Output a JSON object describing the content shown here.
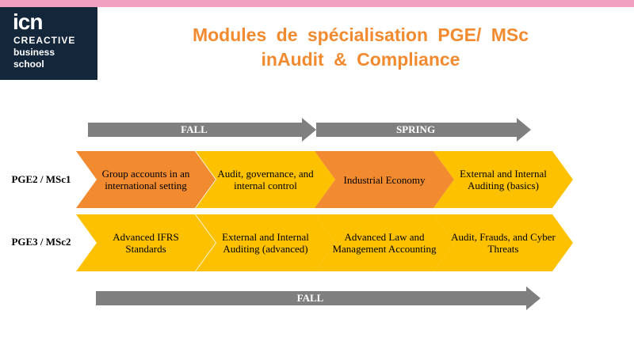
{
  "logo": {
    "mark": "icn",
    "line1": "CREACTIVE",
    "line2": "business",
    "line3": "school"
  },
  "title": {
    "line1": "Modules de spécialisation PGE/ MSc",
    "line2": "inAudit & Compliance"
  },
  "semesters": {
    "fall_top": "FALL",
    "spring": "SPRING",
    "fall_bottom": "FALL"
  },
  "colors": {
    "orange": "#f28a30",
    "yellow": "#fdc100",
    "arrow_gray": "#7f7f7f",
    "logo_bg": "#14263a",
    "top_bar": "#f2a0c0"
  },
  "rows": [
    {
      "label": "PGE2 / MSc1",
      "modules": [
        {
          "text": "Group accounts in an international setting",
          "color": "orange"
        },
        {
          "text": "Audit, governance, and internal control",
          "color": "yellow"
        },
        {
          "text": "Industrial Economy",
          "color": "orange"
        },
        {
          "text": "External and Internal Auditing (basics)",
          "color": "yellow"
        }
      ]
    },
    {
      "label": "PGE3 / MSc2",
      "modules": [
        {
          "text": "Advanced IFRS Standards",
          "color": "yellow"
        },
        {
          "text": "External and Internal Auditing (advanced)",
          "color": "yellow"
        },
        {
          "text": "Advanced Law and Management Accounting",
          "color": "yellow"
        },
        {
          "text": "Audit, Frauds, and Cyber Threats",
          "color": "yellow"
        }
      ]
    }
  ]
}
